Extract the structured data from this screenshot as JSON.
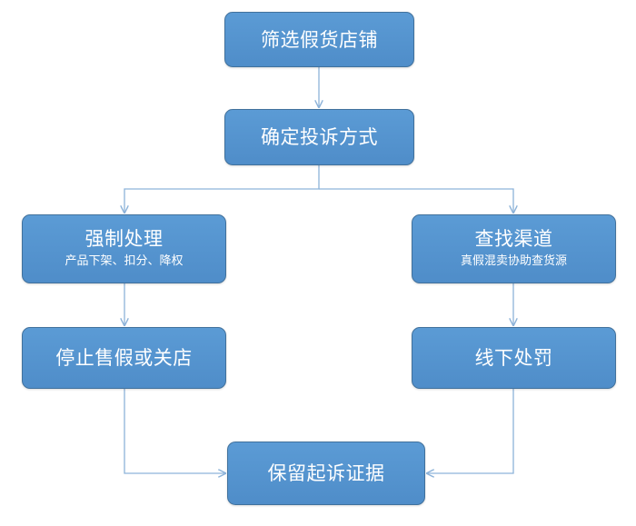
{
  "flowchart": {
    "nodes": {
      "screen": {
        "title": "筛选假货店铺"
      },
      "method": {
        "title": "确定投诉方式"
      },
      "force": {
        "title": "强制处理",
        "sub": "产品下架、扣分、降权"
      },
      "channel": {
        "title": "查找渠道",
        "sub": "真假混卖协助查货源"
      },
      "stop": {
        "title": "停止售假或关店"
      },
      "offline": {
        "title": "线下处罚"
      },
      "evidence": {
        "title": "保留起诉证据"
      }
    },
    "edges": [
      [
        "screen",
        "method"
      ],
      [
        "method",
        "force"
      ],
      [
        "method",
        "channel"
      ],
      [
        "force",
        "stop"
      ],
      [
        "channel",
        "offline"
      ],
      [
        "stop",
        "evidence"
      ],
      [
        "offline",
        "evidence"
      ]
    ]
  },
  "colors": {
    "node_fill": "#5b9bd5",
    "node_border": "#41719c",
    "connector": "#8db3d9",
    "text": "#ffffff"
  }
}
